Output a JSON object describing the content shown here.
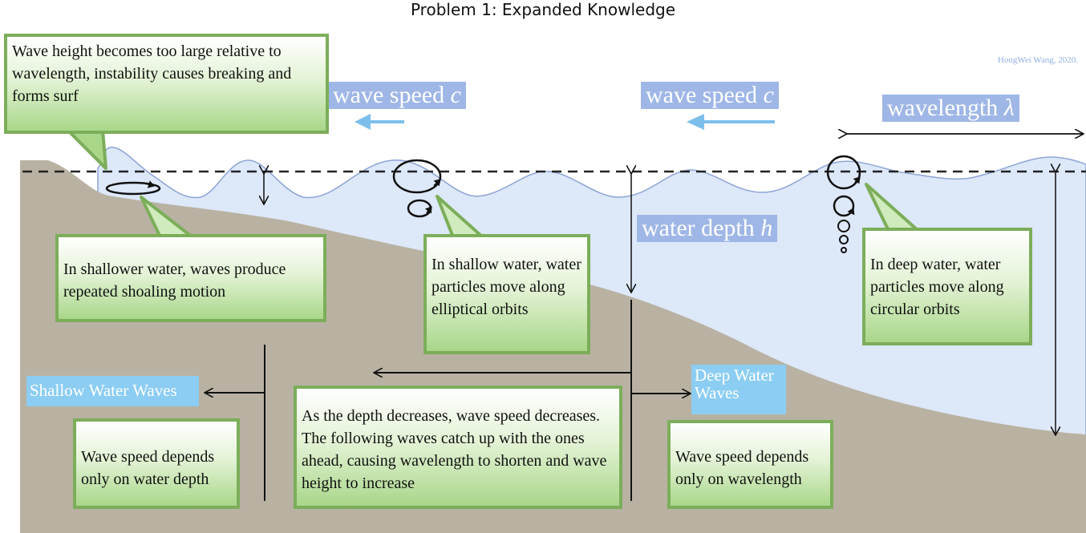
{
  "title": "Problem 1: Expanded Knowledge",
  "credit": "HongWei Wang, 2020.",
  "labels": {
    "wave_speed_1": "wave speed ",
    "wave_speed_2": "wave speed ",
    "wave_speed_symbol": "c",
    "wavelength": "wavelength ",
    "wavelength_symbol": "λ",
    "water_depth": "water depth ",
    "water_depth_symbol": "h",
    "shallow_water_waves": "Shallow Water Waves",
    "deep_water_waves": "Deep Water Waves"
  },
  "boxes": {
    "breaking": "Wave height becomes too large relative to wavelength, instability causes breaking and forms surf",
    "shoaling": "In shallower water, waves produce repeated shoaling motion",
    "elliptical": "In shallow water, water particles move along elliptical orbits",
    "circular": "In deep water, water particles move along circular orbits",
    "shallow_speed": "Wave speed depends only on water depth",
    "depth_decrease": "As the depth decreases, wave speed decreases. The following waves catch up with the ones ahead, causing wavelength to shorten and wave height to increase",
    "deep_speed": "Wave speed depends only on wavelength"
  },
  "colors": {
    "water": "#dde8f9",
    "water_edge": "#8da4d6",
    "seabed": "#b9b2a3",
    "callout_border": "#7cae5a",
    "arrow_blue": "#7dbfec"
  }
}
